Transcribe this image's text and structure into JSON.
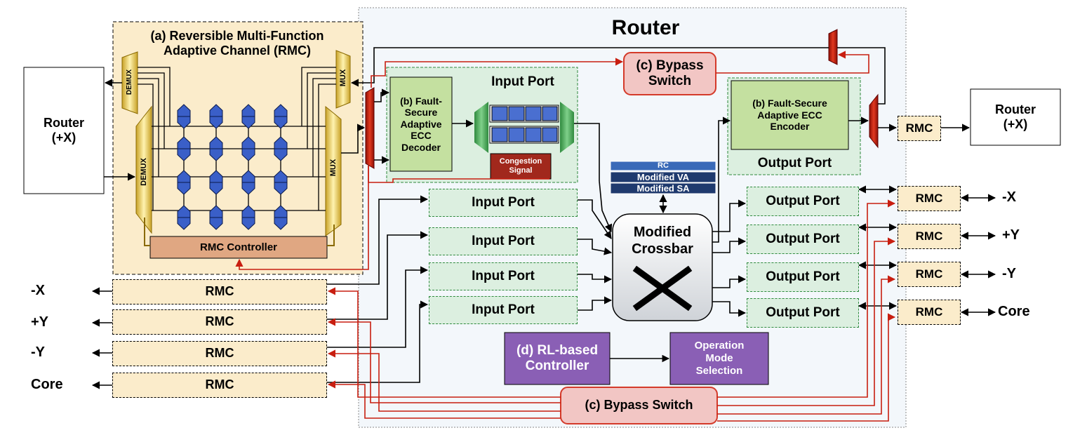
{
  "router": {
    "title": "Router"
  },
  "rmc_panel": {
    "title_line1": "(a) Reversible Multi-Function",
    "title_line2": "Adaptive Channel (RMC)",
    "demux_label": "DEMUX",
    "mux_label": "MUX",
    "controller_label": "RMC Controller"
  },
  "left_router": {
    "line1": "Router",
    "line2": "(+X)"
  },
  "right_router": {
    "line1": "Router",
    "line2": "(+X)"
  },
  "top_bypass": {
    "line1": "(c) Bypass",
    "line2": "Switch"
  },
  "bottom_bypass": {
    "label": "(c) Bypass Switch"
  },
  "input_port_main": {
    "title": "Input Port",
    "decoder_lines": [
      "(b) Fault-",
      "Secure",
      "Adaptive",
      "ECC",
      "Decoder"
    ],
    "congestion_lines": [
      "Congestion",
      "Signal"
    ]
  },
  "output_port_main": {
    "title": "Output Port",
    "encoder_lines": [
      "(b) Fault-Secure",
      "Adaptive ECC",
      "Encoder"
    ]
  },
  "allocator": {
    "rc": "RC",
    "va": "Modified VA",
    "sa": "Modified SA"
  },
  "crossbar": {
    "line1": "Modified",
    "line2": "Crossbar",
    "symbol": "X"
  },
  "input_ports": [
    "Input Port",
    "Input Port",
    "Input Port",
    "Input Port"
  ],
  "output_ports": [
    "Output Port",
    "Output Port",
    "Output Port",
    "Output Port"
  ],
  "rmc_label": "RMC",
  "left_links": [
    "-X",
    "+Y",
    "-Y",
    "Core"
  ],
  "right_links": [
    "-X",
    "+Y",
    "-Y",
    "Core"
  ],
  "rl_controller": {
    "line1": "(d) RL-based",
    "line2": "Controller"
  },
  "op_mode": {
    "line1": "Operation",
    "line2": "Mode",
    "line3": "Selection"
  },
  "colors": {
    "rmc_fill": "#fbeccb",
    "router_fill": "#f3f7fb",
    "port_fill": "#dcefe0",
    "ecc_fill": "#c4e0a0",
    "bypass_fill": "#f2c6c4",
    "bypass_border": "#d43a2a",
    "controller_fill": "#e0a782",
    "purple": "#8a5fb5",
    "navy": "#1f3a6e",
    "red_wire": "#c81e10",
    "buffer_blue": "#4a6fd0"
  }
}
